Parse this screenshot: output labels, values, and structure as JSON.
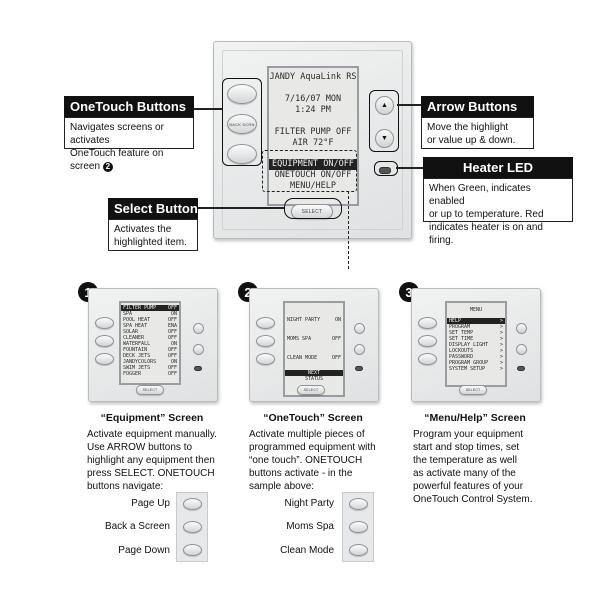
{
  "main_panel": {
    "lcd_lines": [
      "JANDY AquaLink RS",
      "7/16/07 MON",
      "1:24 PM",
      "FILTER PUMP OFF",
      "AIR 72°F"
    ],
    "menu_lines": [
      "EQUIPMENT ON/OFF",
      "ONETOUCH ON/OFF",
      "MENU/HELP"
    ],
    "back_label": "BACK SCRN",
    "select_label": "SELECT"
  },
  "callouts": {
    "onetouch": {
      "title": "OneTouch Buttons",
      "body_1": "Navigates screens or activates",
      "body_2": "OneTouch feature on screen",
      "body_badge": "2"
    },
    "arrow": {
      "title": "Arrow Buttons",
      "body_1": "Move the highlight",
      "body_2": "or value up & down."
    },
    "heater": {
      "title": "Heater LED",
      "body_1": "When Green, indicates enabled",
      "body_2": "or up to temperature. Red",
      "body_3": "indicates heater is on and firing."
    },
    "select": {
      "title": "Select Button",
      "body_1": "Activates the",
      "body_2": "highlighted item."
    }
  },
  "screens": [
    {
      "badge": "1",
      "title": "“Equipment” Screen",
      "desc": [
        "Activate equipment manually.",
        "Use ARROW buttons to",
        "highlight any equipment then",
        "press SELECT. ONETOUCH",
        "buttons navigate:"
      ],
      "lcd_rows": [
        {
          "name": "FILTER PUMP",
          "value": "OFF"
        },
        {
          "name": "SPA",
          "value": "ON"
        },
        {
          "name": "POOL HEAT",
          "value": "OFF"
        },
        {
          "name": "SPA HEAT",
          "value": "ENA"
        },
        {
          "name": "SOLAR",
          "value": "OFF"
        },
        {
          "name": "CLEANER",
          "value": "OFF"
        },
        {
          "name": "WATERFALL",
          "value": "ON"
        },
        {
          "name": "FOUNTAIN",
          "value": "OFF"
        },
        {
          "name": "DECK JETS",
          "value": "OFF"
        },
        {
          "name": "JANDYCOLORS",
          "value": "ON"
        },
        {
          "name": "SWIM JETS",
          "value": "OFF"
        },
        {
          "name": "FOGGER",
          "value": "OFF"
        }
      ],
      "select_label": "SELECT",
      "keys": [
        "Page Up",
        "Back a Screen",
        "Page Down"
      ]
    },
    {
      "badge": "2",
      "title": "“OneTouch” Screen",
      "desc": [
        "Activate multiple pieces of",
        "programmed equipment with",
        "“one touch”. ONETOUCH",
        "buttons activate - in the",
        "sample above:"
      ],
      "lcd_rows": [
        {
          "name": "NIGHT PARTY",
          "value": "ON"
        },
        {
          "name": "MOMS SPA",
          "value": "OFF"
        },
        {
          "name": "CLEAN MODE",
          "value": "OFF"
        }
      ],
      "next_label": "NEXT",
      "status_label": "STATUS",
      "select_label": "SELECT",
      "keys": [
        "Night Party",
        "Moms Spa",
        "Clean Mode"
      ]
    },
    {
      "badge": "3",
      "title": "“Menu/Help” Screen",
      "desc": [
        "Program your equipment",
        "start and stop times, set",
        "the temperature as well",
        "as activate many of the",
        "powerful features of your",
        "OneTouch Control System."
      ],
      "lcd_header": "MENU",
      "lcd_rows": [
        {
          "name": "HELP",
          "value": ">"
        },
        {
          "name": "PROGRAM",
          "value": ">"
        },
        {
          "name": "SET TEMP",
          "value": ">"
        },
        {
          "name": "SET TIME",
          "value": ">"
        },
        {
          "name": "DISPLAY LIGHT",
          "value": ">"
        },
        {
          "name": "LOCKOUTS",
          "value": ">"
        },
        {
          "name": "PASSWORD",
          "value": ">"
        },
        {
          "name": "PROGRAM GROUP",
          "value": ">"
        },
        {
          "name": "SYSTEM SETUP",
          "value": ">"
        }
      ],
      "select_label": "SELECT"
    }
  ]
}
